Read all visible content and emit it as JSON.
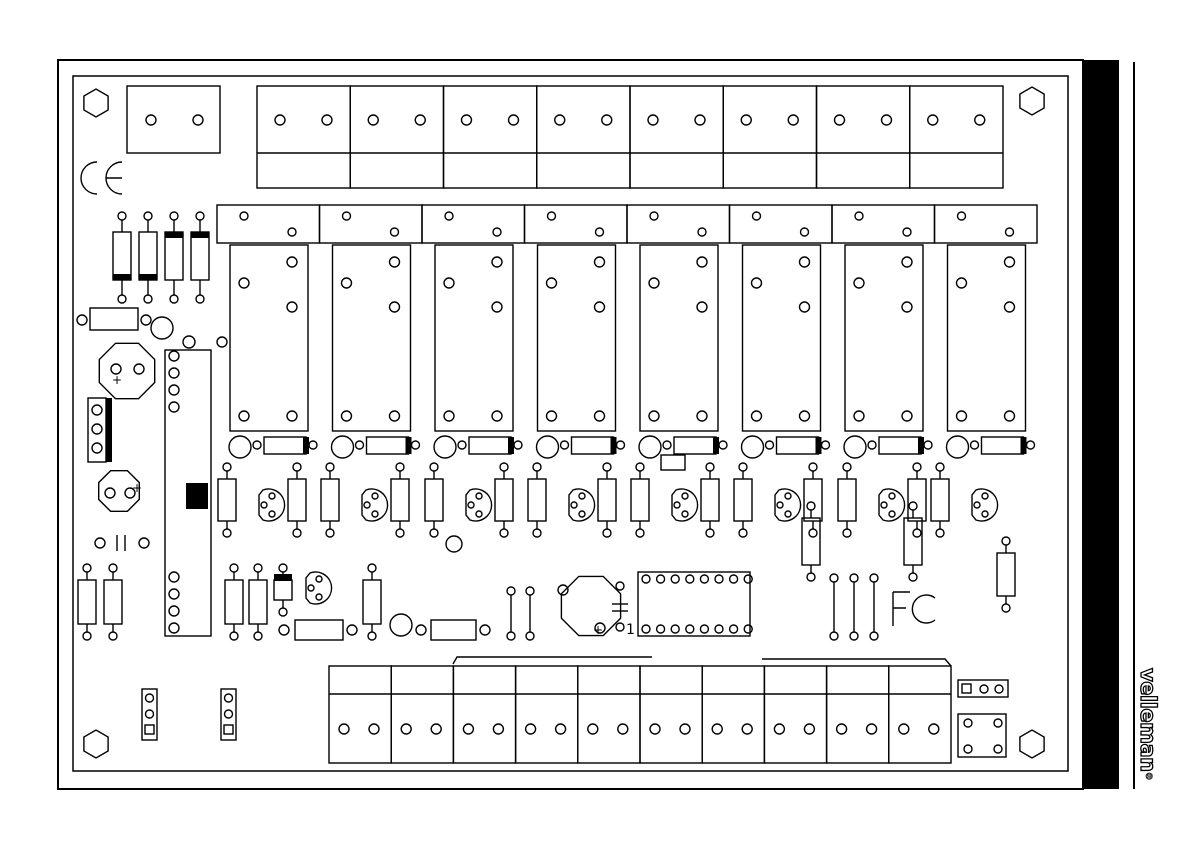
{
  "silkscreen": {
    "ce_mark": "CE",
    "fcc_mark": "FC",
    "capacitor_label": "1",
    "plus_sign": "+",
    "brand": "velleman",
    "registered": "®"
  },
  "board": {
    "relays": 8,
    "top_connectors": 8,
    "bottom_connectors": 10
  },
  "colors": {
    "ink": "#000000",
    "paper": "#ffffff"
  }
}
